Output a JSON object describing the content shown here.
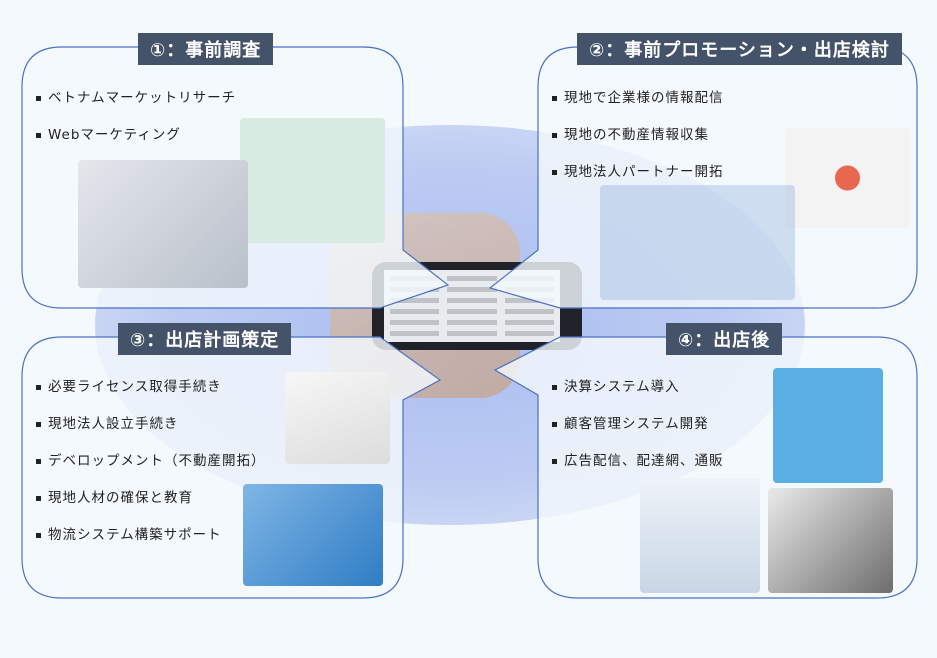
{
  "sections": [
    {
      "title": "①：事前調査",
      "items": [
        "ベトナムマーケットリサーチ",
        "Webマーケティング"
      ]
    },
    {
      "title": "②：事前プロモーション・出店検討",
      "items": [
        "現地で企業様の情報配信",
        "現地の不動産情報収集",
        "現地法人パートナー開拓"
      ]
    },
    {
      "title": "③：出店計画策定",
      "items": [
        "必要ライセンス取得手続き",
        "現地法人設立手続き",
        "デベロップメント（不動産開拓）",
        "現地人材の確保と教育",
        "物流システム構築サポート"
      ]
    },
    {
      "title": "④：出店後",
      "items": [
        "決算システム導入",
        "顧客管理システム開発",
        "広告配信、配達網、通販"
      ]
    }
  ],
  "colors": {
    "border": "#4a72c4",
    "title_bg": "#44536a",
    "ellipse": "#b3c4f0"
  }
}
